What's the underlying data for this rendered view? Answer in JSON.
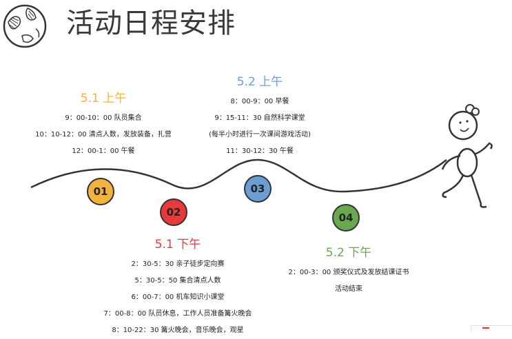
{
  "title": "活动日程安排",
  "colors": {
    "yellow": "#f2b33d",
    "red": "#e8393b",
    "blue": "#6b9fd4",
    "green": "#6aa84f",
    "line": "#333333"
  },
  "nodes": [
    {
      "label": "01",
      "color": "#f2b33d"
    },
    {
      "label": "02",
      "color": "#e8393b"
    },
    {
      "label": "03",
      "color": "#6b9fd4"
    },
    {
      "label": "04",
      "color": "#6aa84f"
    }
  ],
  "sections": {
    "may1_am": {
      "heading": "5.1 上午",
      "items": [
        "9：00-10：00 队员集合",
        "10：10-12：00 清点人数，发放装备，扎营",
        "12：00-1：00 午餐"
      ]
    },
    "may1_pm": {
      "heading": "5.1 下午",
      "items": [
        "2：30-5：30 亲子徒步定向赛",
        "5：30-5：50 集合清点人数",
        "6：00-7：00 机车知识小课堂",
        "7：00-8：00 队员休息，工作人员准备篝火晚会",
        "8：10-22：30 篝火晚会，音乐晚会，观星"
      ]
    },
    "may2_am": {
      "heading": "5.2 上午",
      "items": [
        "8：00-9：00 早餐",
        "9：15-11：30 自然科学课堂",
        "(每半小时进行一次课间游戏活动)",
        "11：30-12：30 午餐"
      ]
    },
    "may2_pm": {
      "heading": "5.2 下午",
      "items": [
        "2：00-3：00 颁奖仪式及发放结课证书",
        "活动结束"
      ]
    }
  },
  "icons": {
    "logo": "globe-sketch-icon",
    "figure": "running-stick-figure-icon"
  }
}
